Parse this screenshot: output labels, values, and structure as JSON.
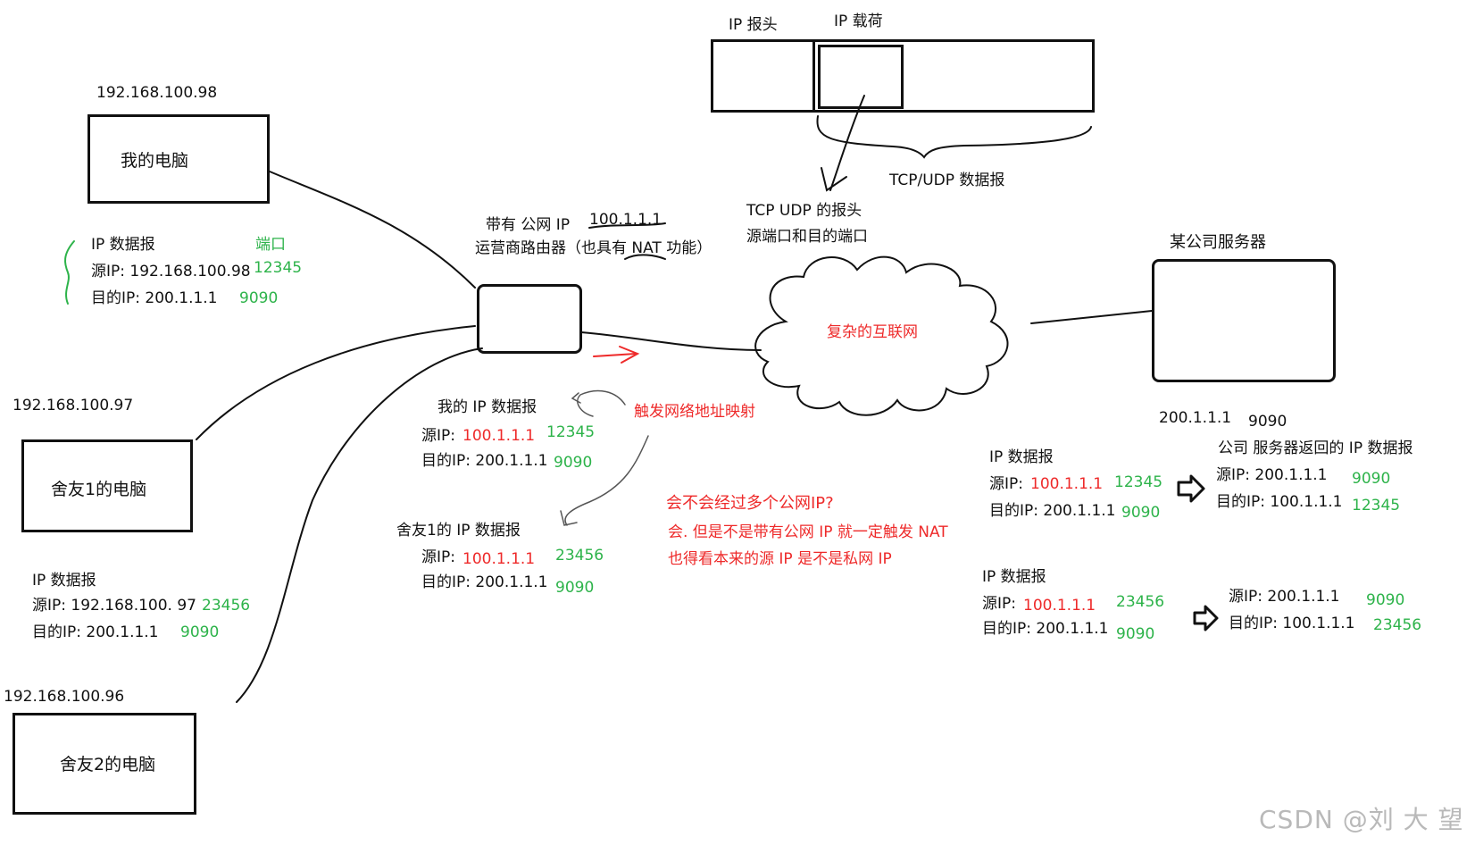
{
  "packet_diagram": {
    "ip_header": "IP 报头",
    "ip_payload": "IP 载荷",
    "tcp_udp_datagram": "TCP/UDP 数据报",
    "tcp_udp_header": "TCP UDP 的报头",
    "ports_note": "源端口和目的端口"
  },
  "my_pc": {
    "ip": "192.168.100.98",
    "label": "我的电脑",
    "packet": {
      "title": "IP 数据报",
      "port_title": "端口",
      "src_label": "源IP: 192.168.100.98",
      "src_port": "12345",
      "dst_label": "目的IP: 200.1.1.1",
      "dst_port": "9090"
    }
  },
  "roommate1_pc": {
    "ip": "192.168.100.97",
    "label": "舍友1的电脑"
  },
  "roommate2_pc": {
    "ip": "192.168.100.96",
    "label": "舍友2的电脑",
    "packet": {
      "title": "IP 数据报",
      "src_label": "源IP: 192.168.100. 97",
      "src_port": "23456",
      "dst_label": "目的IP: 200.1.1.1",
      "dst_port": "9090"
    }
  },
  "router": {
    "line1": "带有 公网 IP",
    "public_ip": "100.1.1.1",
    "line2": "运营商路由器（也具有 NAT 功能）"
  },
  "mapping": {
    "trigger": "触发网络地址映射",
    "mine": {
      "title": "我的 IP 数据报",
      "src_label": "源IP:",
      "src_ip": "100.1.1.1",
      "src_port": "12345",
      "dst_label": "目的IP: 200.1.1.1",
      "dst_port": "9090"
    },
    "roommate1": {
      "title": "舍友1的 IP 数据报",
      "src_label": "源IP:",
      "src_ip": "100.1.1.1",
      "src_port": "23456",
      "dst_label": "目的IP: 200.1.1.1",
      "dst_port": "9090"
    }
  },
  "question": {
    "title": "会不会经过多个公网IP?",
    "answer1": "会. 但是不是带有公网 IP 就一定触发 NAT",
    "answer2": "也得看本来的源 IP 是不是私网 IP"
  },
  "internet": {
    "label": "复杂的互联网"
  },
  "server": {
    "label": "某公司服务器",
    "ip": "200.1.1.1",
    "port": "9090"
  },
  "server_packets": {
    "reply_title": "公司 服务器返回的 IP 数据报",
    "req1": {
      "title": "IP 数据报",
      "src_label": "源IP:",
      "src_ip": "100.1.1.1",
      "src_port": "12345",
      "dst_label": "目的IP: 200.1.1.1",
      "dst_port": "9090"
    },
    "resp1": {
      "src_label": "源IP: 200.1.1.1",
      "src_port": "9090",
      "dst_label": "目的IP: 100.1.1.1",
      "dst_port": "12345"
    },
    "req2": {
      "title": "IP 数据报",
      "src_label": "源IP:",
      "src_ip": "100.1.1.1",
      "src_port": "23456",
      "dst_label": "目的IP: 200.1.1.1",
      "dst_port": "9090"
    },
    "resp2": {
      "src_label": "源IP: 200.1.1.1",
      "src_port": "9090",
      "dst_label": "目的IP: 100.1.1.1",
      "dst_port": "23456"
    }
  },
  "watermark": "CSDN @刘 大 望",
  "colors": {
    "port": "#2db34a",
    "nat_ip": "#ee2a2a",
    "ink": "#111111"
  }
}
